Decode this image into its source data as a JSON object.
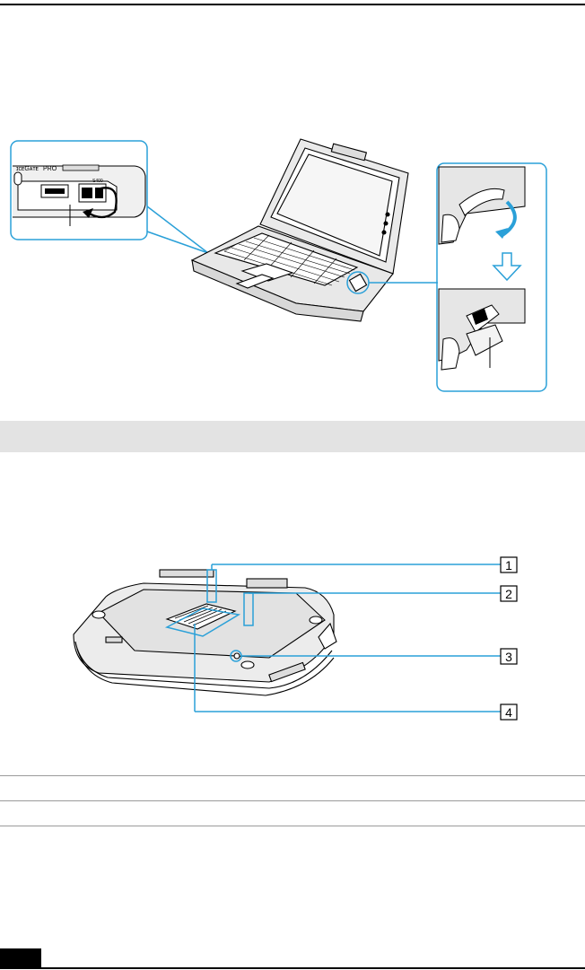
{
  "figure_top": {
    "description_icon": "laptop-with-port-cover-callouts",
    "blue": "#2aa0d8",
    "port_labels": [
      "ɪᴄᴇGᴀᴛᴇ",
      "PRO",
      "S400"
    ]
  },
  "figure_bottom": {
    "callouts": [
      "1",
      "2",
      "3",
      "4"
    ]
  },
  "colors": {
    "section_bar": "#e3e3e3",
    "callout_line": "#2aa0d8"
  }
}
